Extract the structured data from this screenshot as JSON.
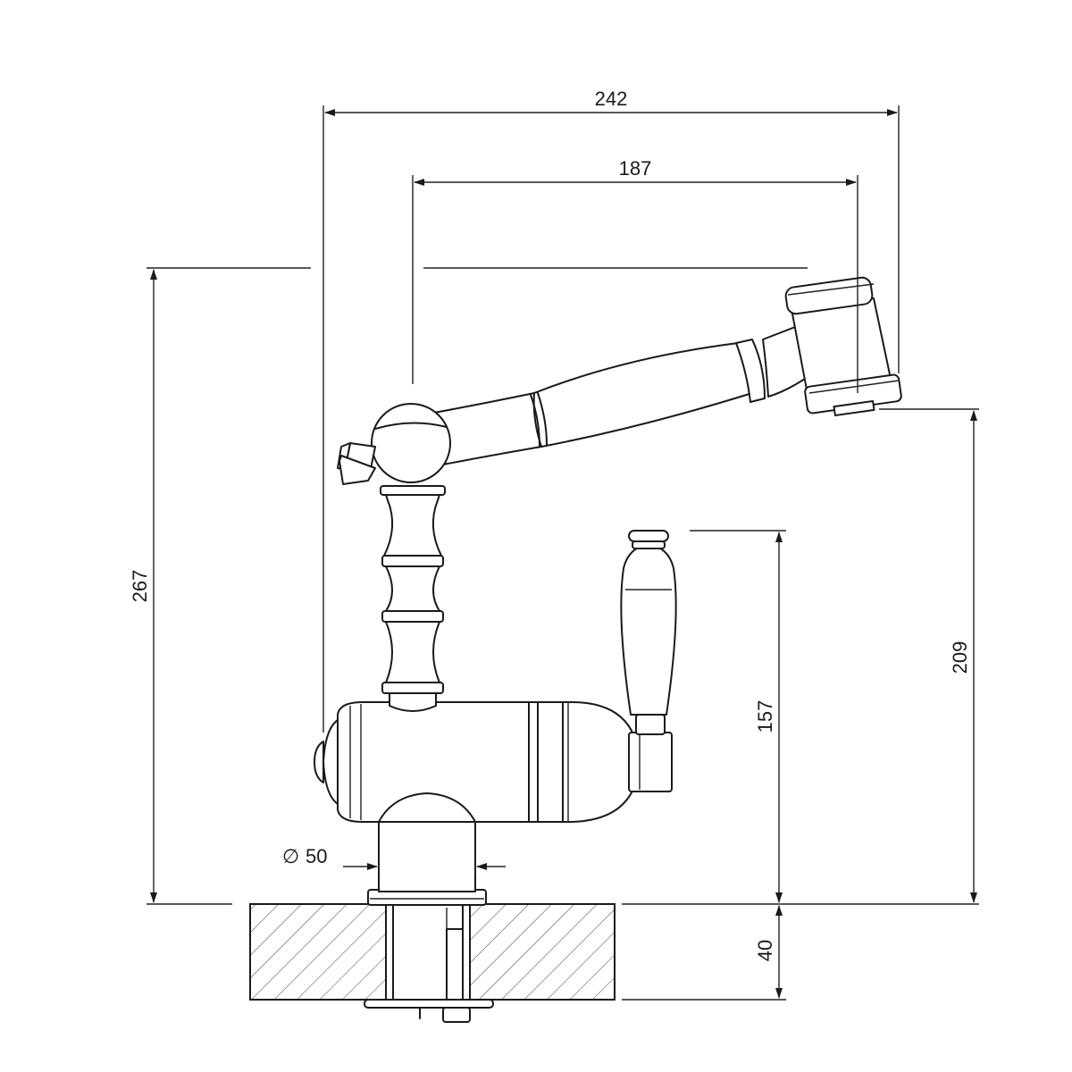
{
  "dimensions": {
    "width_total": "242",
    "width_spout": "187",
    "height_total": "267",
    "height_spout": "209",
    "height_handle": "157",
    "counter_thickness": "40",
    "base_diameter_symbol": "∅",
    "base_diameter_value": "50"
  },
  "colors": {
    "line": "#1a1a1a",
    "background": "#ffffff"
  }
}
